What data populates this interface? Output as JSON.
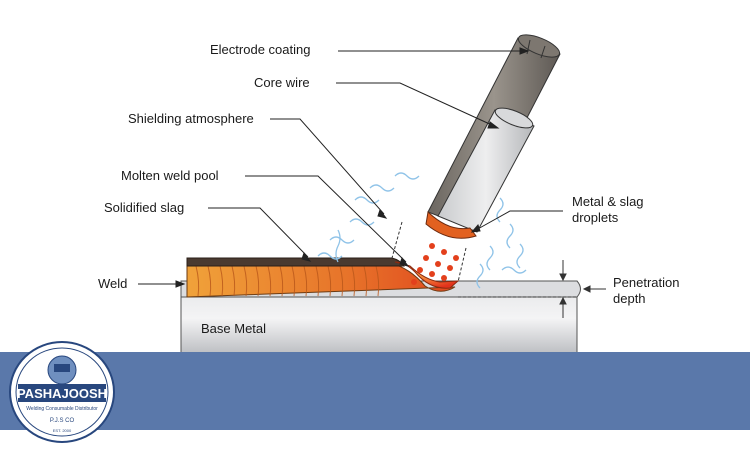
{
  "labels": {
    "electrode_coating": "Electrode coating",
    "core_wire": "Core wire",
    "shielding_atmosphere": "Shielding atmosphere",
    "molten_weld_pool": "Molten weld pool",
    "solidified_slag": "Solidified slag",
    "weld": "Weld",
    "metal_slag_droplets_line1": "Metal & slag",
    "metal_slag_droplets_line2": "droplets",
    "penetration_depth_line1": "Penetration",
    "penetration_depth_line2": "depth",
    "base_metal": "Base Metal"
  },
  "logo": {
    "brand": "PASHAJOOSH",
    "tagline": "Welding Consumable Distributor",
    "company": "P.J.S CO",
    "established": "EST. 2000"
  },
  "colors": {
    "band": "#5a78aa",
    "steel": "#cfd1d4",
    "weld": "#e8831f",
    "molten": "#e8441e",
    "slag": "#4a3a30",
    "shielding": "#8fc3e8"
  }
}
